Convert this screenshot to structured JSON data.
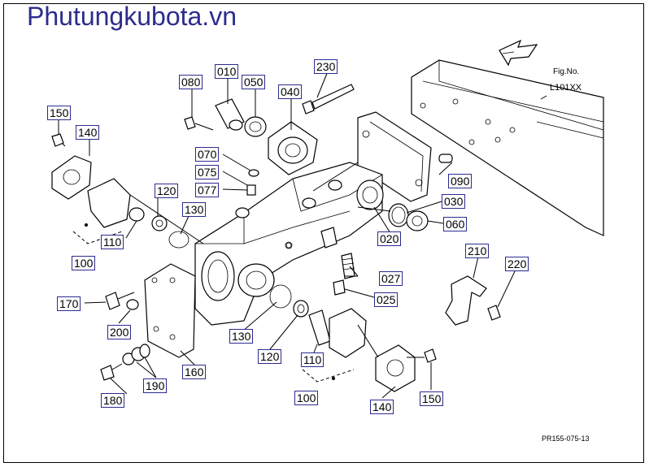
{
  "site_title": "Phutungkubota.vn",
  "figure": {
    "label": "Fig.No.",
    "code": "L101XX"
  },
  "footer_code": "PR155-075-13",
  "callouts": {
    "p010": "010",
    "p050": "050",
    "p080": "080",
    "p230": "230",
    "p040": "040",
    "p150a": "150",
    "p140a": "140",
    "p070": "070",
    "p075": "075",
    "p077": "077",
    "p090": "090",
    "p120a": "120",
    "p130a": "130",
    "p030": "030",
    "p060": "060",
    "p110a": "110",
    "p100a": "100",
    "p020": "020",
    "p210": "210",
    "p220": "220",
    "p027": "027",
    "p025": "025",
    "p170": "170",
    "p200": "200",
    "p130b": "130",
    "p120b": "120",
    "p110b": "110",
    "p160": "160",
    "p190": "190",
    "p180": "180",
    "p100b": "100",
    "p140b": "140",
    "p150b": "150"
  }
}
